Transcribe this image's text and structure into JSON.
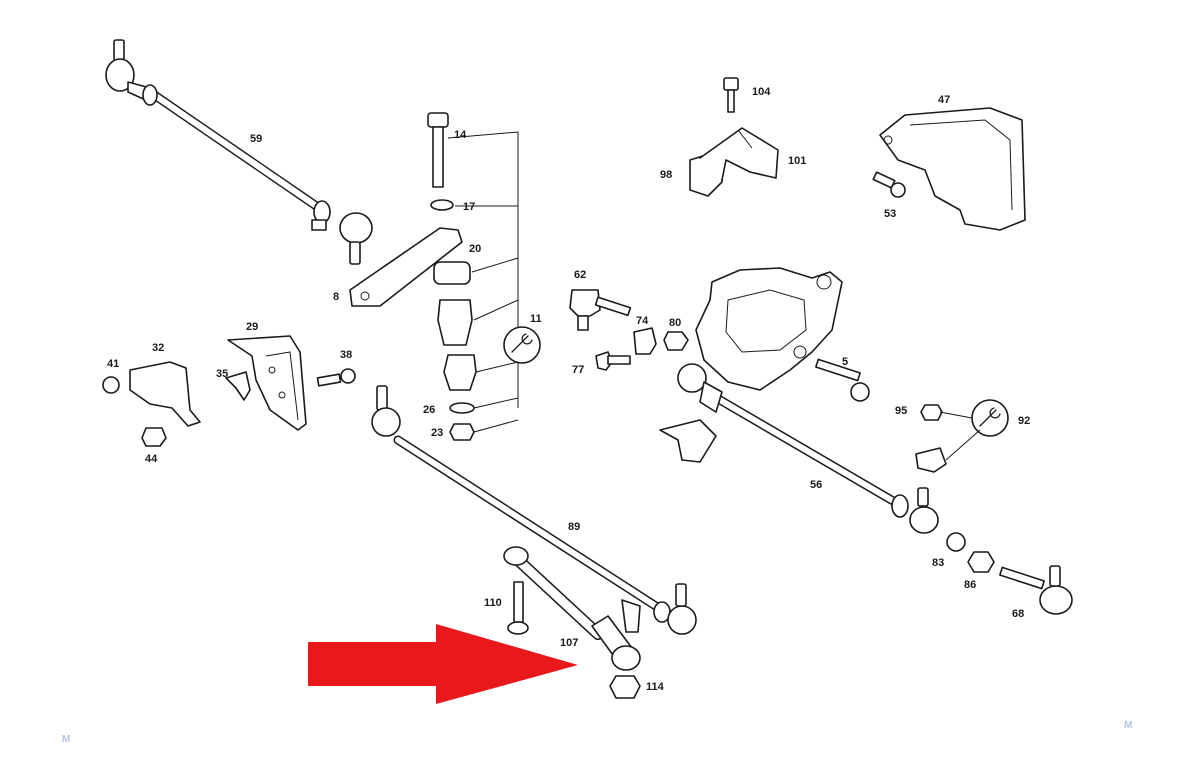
{
  "callouts": [
    "59",
    "14",
    "17",
    "20",
    "8",
    "11",
    "104",
    "98",
    "101",
    "47",
    "53",
    "62",
    "74",
    "80",
    "77",
    "5",
    "29",
    "32",
    "41",
    "35",
    "44",
    "38",
    "26",
    "23",
    "95",
    "92",
    "56",
    "89",
    "83",
    "86",
    "68",
    "110",
    "107",
    "114"
  ],
  "watermark": "M",
  "arrow_color": "#e8181b"
}
